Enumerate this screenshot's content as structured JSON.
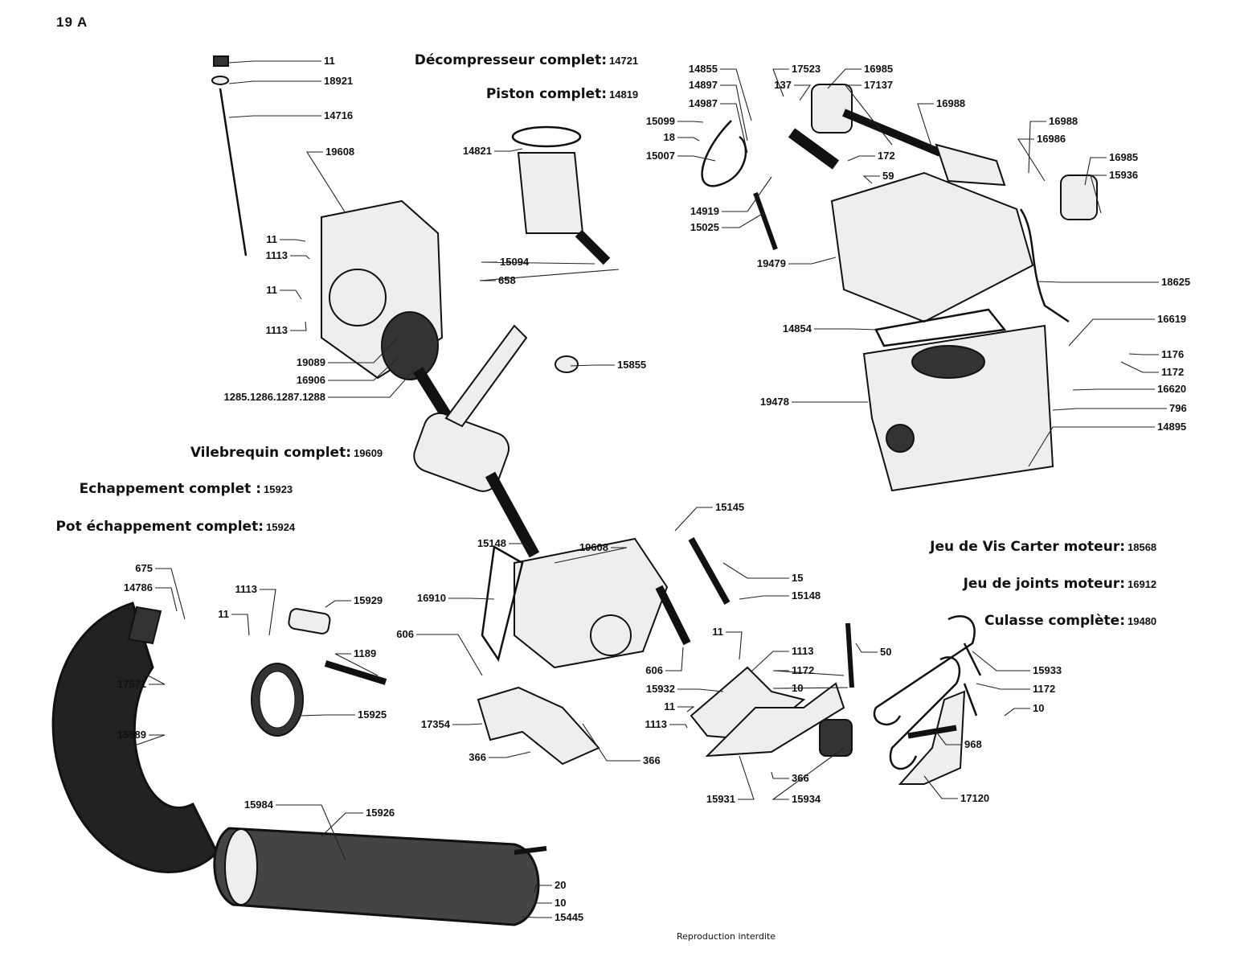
{
  "page_number": "19 A",
  "footer": "Reproduction interdite",
  "assemblies": [
    {
      "name": "Décompresseur complet:",
      "ref": "14721"
    },
    {
      "name": "Piston complet:",
      "ref": "14819"
    },
    {
      "name": "Vilebrequin complet:",
      "ref": "19609"
    },
    {
      "name": "Echappement complet :",
      "ref": "15923"
    },
    {
      "name": "Pot échappement complet:",
      "ref": "15924"
    },
    {
      "name": "Jeu de Vis Carter moteur:",
      "ref": "18568"
    },
    {
      "name": "Jeu de joints moteur:",
      "ref": "16912"
    },
    {
      "name": "Culasse complète:",
      "ref": "19480"
    }
  ],
  "part_labels": [
    "11",
    "18921",
    "14716",
    "19608",
    "11",
    "1113",
    "11",
    "1113",
    "19089",
    "16906",
    "1285.1286.1287.1288",
    "15855",
    "14821",
    "15094",
    "658",
    "19608",
    "15148",
    "16910",
    "606",
    "15145",
    "15",
    "15148",
    "606",
    "17354",
    "366",
    "366",
    "675",
    "14786",
    "17571",
    "15589",
    "1113",
    "11",
    "15929",
    "1189",
    "15925",
    "15984",
    "15926",
    "20",
    "10",
    "15445",
    "11",
    "1113",
    "15932",
    "11",
    "1113",
    "366",
    "15931",
    "15934",
    "1172",
    "10",
    "50",
    "15933",
    "1172",
    "10",
    "968",
    "17120",
    "14855",
    "17523",
    "16985",
    "14897",
    "137",
    "17137",
    "14987",
    "16988",
    "15099",
    "18",
    "15007",
    "172",
    "59",
    "14919",
    "15025",
    "16988",
    "16986",
    "16985",
    "15936",
    "19479",
    "18625",
    "14854",
    "16619",
    "1176",
    "1172",
    "16620",
    "796",
    "14895",
    "19478"
  ]
}
